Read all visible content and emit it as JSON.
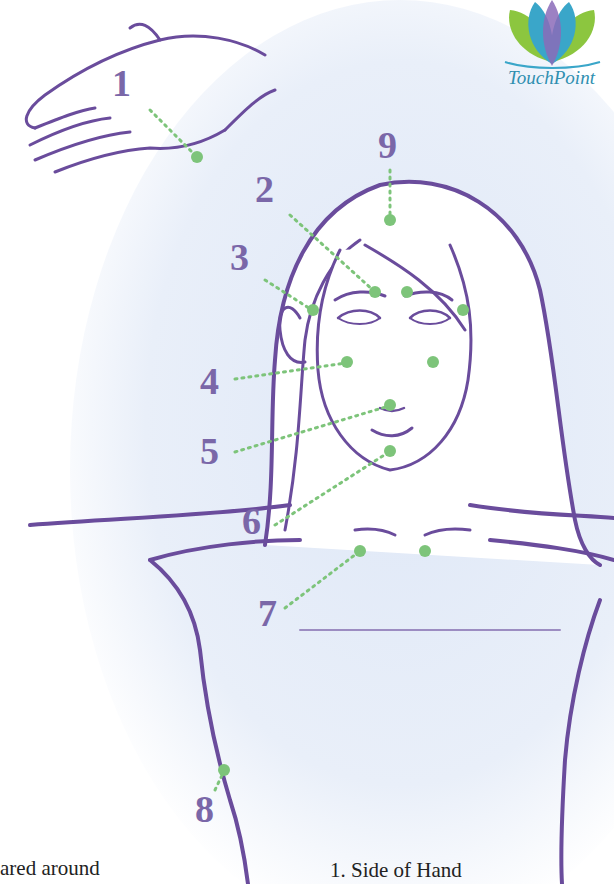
{
  "diagram": {
    "labels": [
      "TouchPoint",
      "1",
      "2",
      "3",
      "4",
      "5",
      "6",
      "7",
      "8",
      "9",
      "ared around",
      "1. Side of Hand"
    ]
  }
}
